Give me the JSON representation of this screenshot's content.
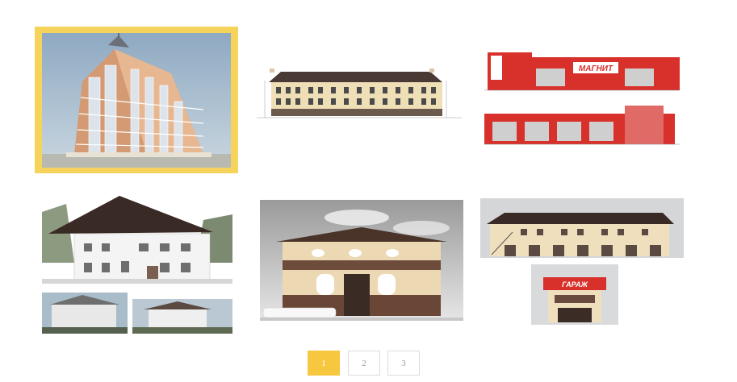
{
  "colors": {
    "accent": "#f7c740",
    "selected_border": "#f6d35a"
  },
  "gallery": {
    "items": [
      {
        "name": "high-rise-render",
        "selected": true
      },
      {
        "name": "apartment-elevation-drawing"
      },
      {
        "name": "magnit-store-elevations",
        "sign_text": "МАГНИТ"
      },
      {
        "name": "cottage-with-photos"
      },
      {
        "name": "two-storey-villa-render"
      },
      {
        "name": "garage-building-elevations",
        "sign_text": "ГАРАЖ"
      }
    ]
  },
  "pagination": {
    "pages": [
      "1",
      "2",
      "3"
    ],
    "current": "1"
  }
}
